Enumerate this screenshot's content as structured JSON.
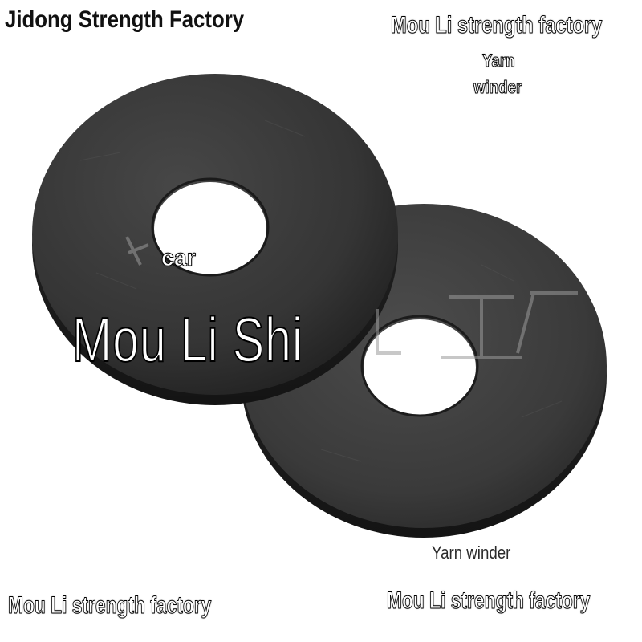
{
  "watermarks": {
    "top_left": "Jidong Strength Factory",
    "top_right": "Mou Li strength factory",
    "top_right_sub_line1": "Yarn",
    "top_right_sub_line2": "winder",
    "center_small": "car",
    "center_big": "Mou Li Shi",
    "bottom_right_small": "Yarn winder",
    "bottom_left": "Mou Li strength factory",
    "bottom_right": "Mou Li strength factory"
  },
  "photo": {
    "subject": "two-black-rubber-washers",
    "colors": {
      "washer": "#3a3a3a",
      "washer_edge": "#1f1f1f",
      "background": "#ffffff"
    }
  }
}
